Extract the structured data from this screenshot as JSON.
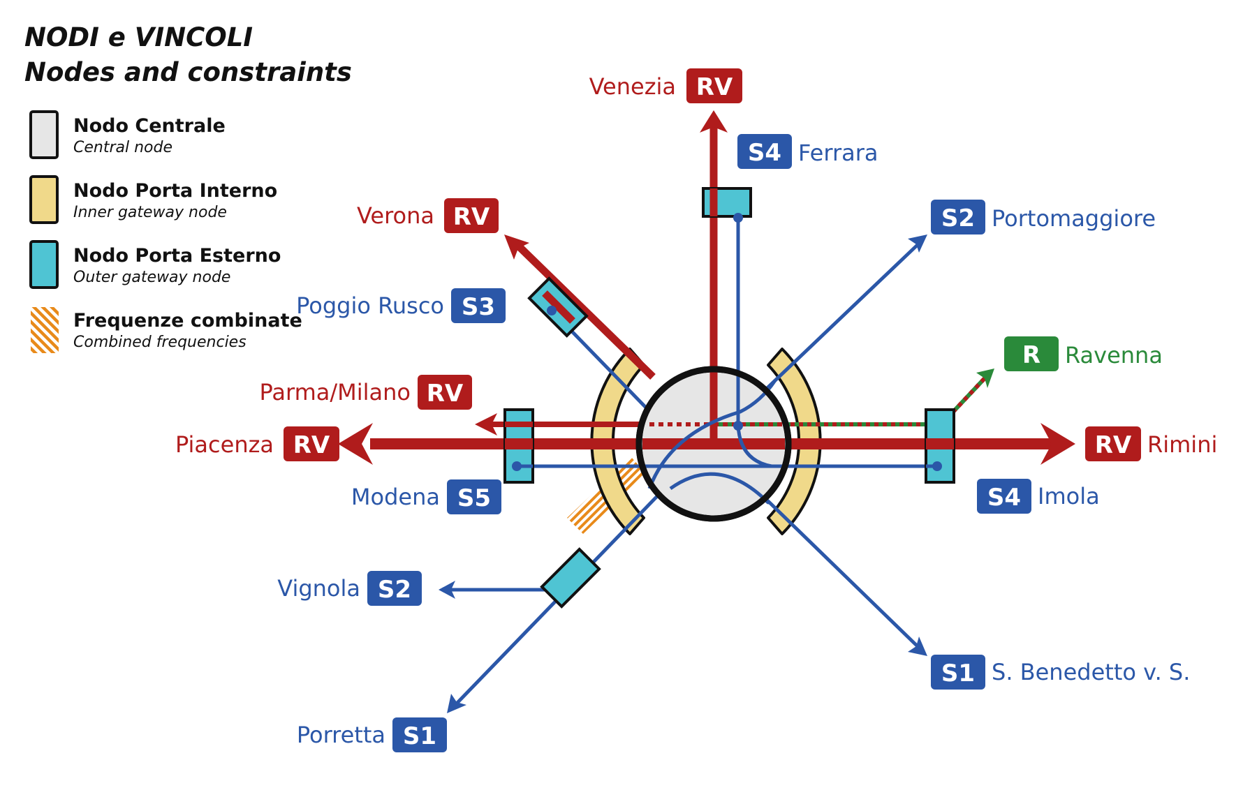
{
  "title": {
    "line1": "NODI e VINCOLI",
    "line2": "Nodes and constraints"
  },
  "legend": [
    {
      "main": "Nodo Centrale",
      "sub": "Central node",
      "swatch": "central"
    },
    {
      "main": "Nodo Porta Interno",
      "sub": "Inner gateway node",
      "swatch": "inner"
    },
    {
      "main": "Nodo Porta Esterno",
      "sub": "Outer gateway node",
      "swatch": "outer"
    },
    {
      "main": "Frequenze combinate",
      "sub": "Combined frequencies",
      "swatch": "hatch"
    }
  ],
  "colors": {
    "rv": "#b01c1c",
    "s": "#2b57a8",
    "r": "#2a8a3a",
    "central": "#e6e6e6",
    "inner": "#f0d98a",
    "outer": "#4fc4d3",
    "hatch": "#e88a1a"
  },
  "lines": {
    "venezia": {
      "badge": "RV",
      "name": "Venezia"
    },
    "ferrara": {
      "badge": "S4",
      "name": "Ferrara"
    },
    "verona": {
      "badge": "RV",
      "name": "Verona"
    },
    "portomaggiore": {
      "badge": "S2",
      "name": "Portomaggiore"
    },
    "poggio": {
      "badge": "S3",
      "name": "Poggio Rusco"
    },
    "ravenna": {
      "badge": "R",
      "name": "Ravenna"
    },
    "parma": {
      "badge": "RV",
      "name": "Parma/Milano"
    },
    "piacenza": {
      "badge": "RV",
      "name": "Piacenza"
    },
    "rimini": {
      "badge": "RV",
      "name": "Rimini"
    },
    "modena": {
      "badge": "S5",
      "name": "Modena"
    },
    "imola": {
      "badge": "S4",
      "name": "Imola"
    },
    "vignola": {
      "badge": "S2",
      "name": "Vignola"
    },
    "benedetto": {
      "badge": "S1",
      "name": "S. Benedetto v. S."
    },
    "porretta": {
      "badge": "S1",
      "name": "Porretta"
    }
  }
}
